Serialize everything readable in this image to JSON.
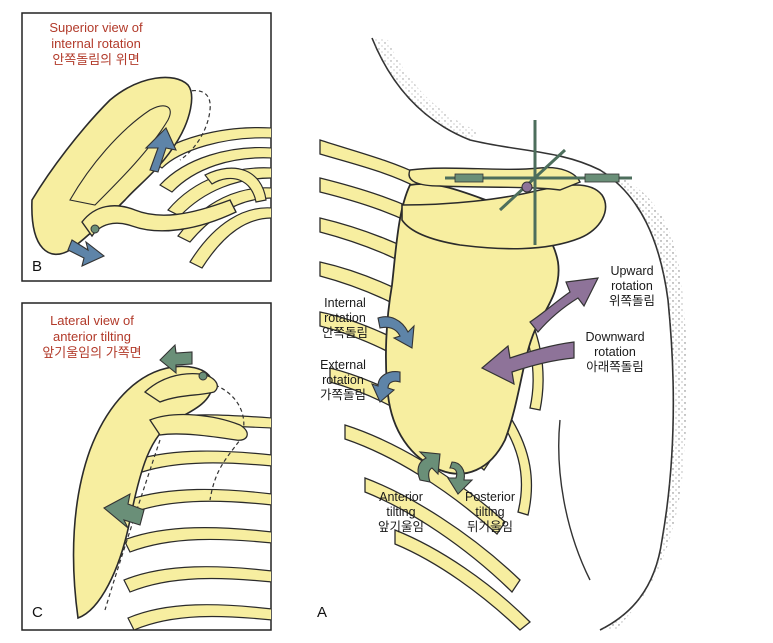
{
  "panels": {
    "b": {
      "letter": "B",
      "title_en_1": "Superior view of",
      "title_en_2": "internal rotation",
      "title_ko": "안쪽돌림의 위면"
    },
    "c": {
      "letter": "C",
      "title_en_1": "Lateral view of",
      "title_en_2": "anterior tilting",
      "title_ko": "앞기울임의 가쪽면"
    },
    "a": {
      "letter": "A",
      "labels": {
        "internal_en_1": "Internal",
        "internal_en_2": "rotation",
        "internal_ko": "안쪽돌림",
        "external_en_1": "External",
        "external_en_2": "rotation",
        "external_ko": "가쪽돌림",
        "upward_en_1": "Upward",
        "upward_en_2": "rotation",
        "upward_ko": "위쪽돌림",
        "downward_en_1": "Downward",
        "downward_en_2": "rotation",
        "downward_ko": "아래쪽돌림",
        "anterior_en_1": "Anterior",
        "anterior_en_2": "tilting",
        "anterior_ko": "앞기울임",
        "posterior_en_1": "Posterior",
        "posterior_en_2": "tilting",
        "posterior_ko": "뒤기울임"
      }
    }
  },
  "colors": {
    "bone": "#f7eea0",
    "outline": "#2b2b2b",
    "arrow_blue": "#5e84a8",
    "arrow_green": "#6a8f78",
    "arrow_purple": "#8e7399",
    "title_red": "#b23a2a"
  }
}
